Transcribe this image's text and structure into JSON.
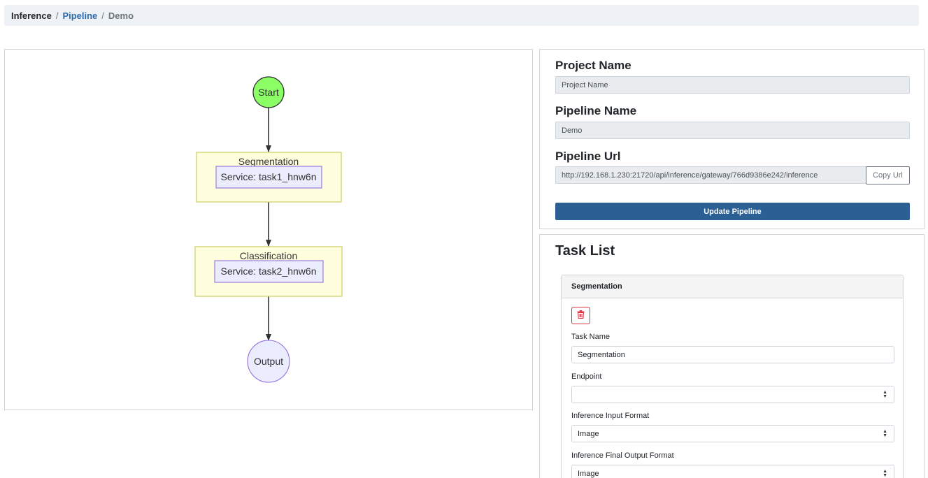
{
  "breadcrumb": {
    "items": [
      "Inference",
      "Pipeline",
      "Demo"
    ],
    "separator": "/"
  },
  "diagram": {
    "start_label": "Start",
    "output_label": "Output",
    "steps": [
      {
        "title": "Segmentation",
        "service": "Service: task1_hnw6n"
      },
      {
        "title": "Classification",
        "service": "Service: task2_hnw6n"
      }
    ],
    "colors": {
      "start_fill": "#8cff66",
      "step_fill": "#ffffde",
      "step_border": "#cccc66",
      "service_fill": "#ececff",
      "service_border": "#9370db",
      "output_fill": "#ececff"
    }
  },
  "form": {
    "project_name_label": "Project Name",
    "project_name_value": "Project Name",
    "pipeline_name_label": "Pipeline Name",
    "pipeline_name_value": "Demo",
    "pipeline_url_label": "Pipeline Url",
    "pipeline_url_value": "http://192.168.1.230:21720/api/inference/gateway/766d9386e242/inference",
    "copy_button": "Copy Url",
    "update_button": "Update Pipeline"
  },
  "tasks": {
    "title": "Task List",
    "items": [
      {
        "header": "Segmentation",
        "delete_icon": "trash-icon",
        "task_name_label": "Task Name",
        "task_name_value": "Segmentation",
        "endpoint_label": "Endpoint",
        "endpoint_value": "",
        "input_format_label": "Inference Input Format",
        "input_format_value": "Image",
        "output_format_label": "Inference Final Output Format",
        "output_format_value": "Image"
      }
    ]
  },
  "colors": {
    "accent": "#2c5f94",
    "link": "#2c6db0",
    "danger": "#dc3545"
  }
}
